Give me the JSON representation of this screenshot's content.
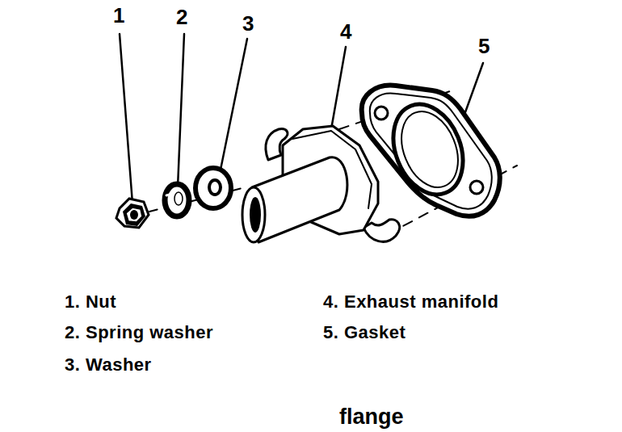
{
  "diagram": {
    "labels": [
      "1",
      "2",
      "3",
      "4",
      "5",
      "1. Nut",
      "2. Spring washer",
      "3. Washer",
      "4. Exhaust manifold",
      "5. Gasket",
      "flange"
    ]
  }
}
